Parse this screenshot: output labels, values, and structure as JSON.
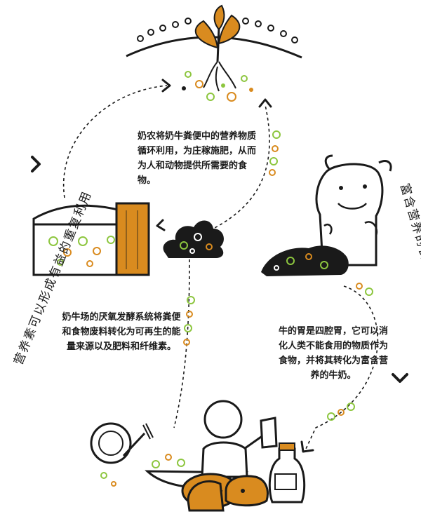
{
  "captions": {
    "farm_cycle": "奶农将奶牛粪便中的营养物质循环利用，为庄稼施肥，从而为人和动物提供所需要的食物。",
    "digester": "奶牛场的厌氧发酵系统将粪便和食物废料转化为可再生的能量来源以及肥料和纤维素。",
    "cow_stomach": "牛的胃是四腔胃，它可以消化人类不能食用的物质作为食物，并将其转化为富含营养的牛奶。"
  },
  "side_labels": {
    "left": "营养素可以形成有益的重复利用",
    "right": "富含营养的食品和饮料促进健康"
  },
  "colors": {
    "accent_orange": "#d98b1f",
    "accent_green": "#8dc63f",
    "outline": "#1a1a1a"
  },
  "icons": [
    "sprout-icon",
    "digester-icon",
    "manure-pile-icon",
    "cow-icon",
    "food-plate-icon",
    "milk-jug-icon",
    "cheese-icon",
    "person-icon"
  ]
}
